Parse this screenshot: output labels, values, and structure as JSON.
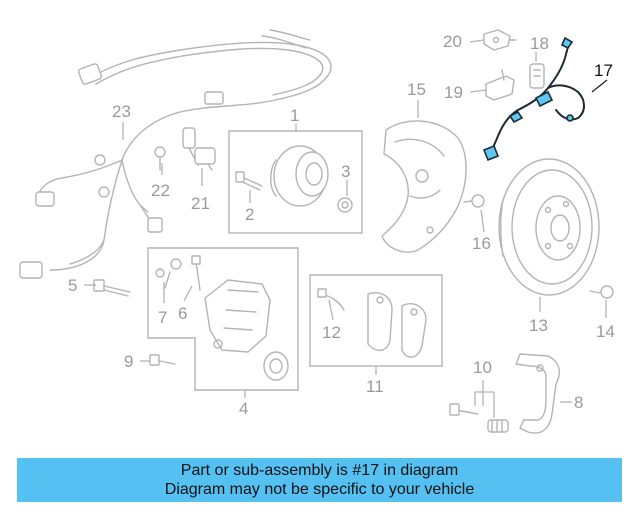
{
  "callouts": {
    "c1": "1",
    "c2": "2",
    "c3": "3",
    "c4": "4",
    "c5": "5",
    "c6": "6",
    "c7": "7",
    "c8": "8",
    "c9": "9",
    "c10": "10",
    "c11": "11",
    "c12": "12",
    "c13": "13",
    "c14": "14",
    "c15": "15",
    "c16": "16",
    "c17": "17",
    "c18": "18",
    "c19": "19",
    "c20": "20",
    "c21": "21",
    "c22": "22",
    "c23": "23"
  },
  "highlighted_part": "17",
  "colors": {
    "banner": "#55c1f2",
    "highlight_fill": "#5fc8ef",
    "line_art": "#b4b4b4",
    "callout_text": "#9a9a9a"
  },
  "banner": {
    "line1": "Part or sub-assembly is #17 in diagram",
    "line2": "Diagram may not be specific to your vehicle"
  }
}
